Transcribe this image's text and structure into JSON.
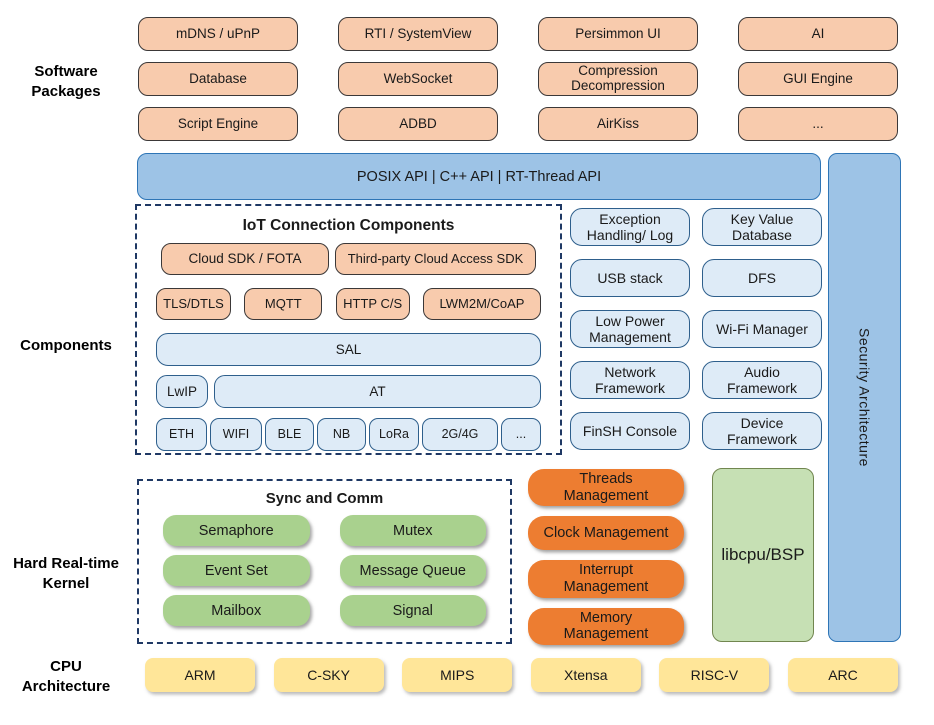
{
  "labels": {
    "software_packages": "Software Packages",
    "components": "Components",
    "kernel": "Hard Real-time Kernel",
    "cpu": "CPU Architecture"
  },
  "packages": {
    "items": [
      "mDNS / uPnP",
      "RTI / SystemView",
      "Persimmon UI",
      "AI",
      "Database",
      "WebSocket",
      "Compression Decompression",
      "GUI Engine",
      "Script Engine",
      "ADBD",
      "AirKiss",
      "..."
    ]
  },
  "api_bar": {
    "label": "POSIX API  |  C++ API  |  RT-Thread API"
  },
  "security_bar": {
    "label": "Security Architecture"
  },
  "iot": {
    "title": "IoT Connection Components",
    "cloud_sdk": "Cloud SDK / FOTA",
    "third_party": "Third-party Cloud Access SDK",
    "protocols": [
      "TLS/DTLS",
      "MQTT",
      "HTTP C/S",
      "LWM2M/CoAP"
    ],
    "sal": "SAL",
    "lwip": "LwIP",
    "at": "AT",
    "links": [
      "ETH",
      "WIFI",
      "BLE",
      "NB",
      "LoRa",
      "2G/4G",
      "..."
    ]
  },
  "components": {
    "items": [
      "Exception Handling/ Log",
      "Key Value Database",
      "USB stack",
      "DFS",
      "Low Power Management",
      "Wi-Fi Manager",
      "Network Framework",
      "Audio Framework",
      "FinSH Console",
      "Device Framework"
    ]
  },
  "kernel": {
    "sync_title": "Sync and Comm",
    "sync_items": [
      "Semaphore",
      "Mutex",
      "Event Set",
      "Message Queue",
      "Mailbox",
      "Signal"
    ],
    "mgmt_items": [
      "Threads Management",
      "Clock Management",
      "Interrupt Management",
      "Memory Management"
    ],
    "libcpu": "libcpu/BSP"
  },
  "cpu": {
    "items": [
      "ARM",
      "C-SKY",
      "MIPS",
      "Xtensa",
      "RISC-V",
      "ARC"
    ]
  },
  "colors": {
    "package_fill": "#F8CBAD",
    "package_border": "#3B3838",
    "api_fill": "#9DC3E6",
    "api_border": "#2E75B6",
    "component_fill": "#DEEBF7",
    "component_border": "#2E5F8C",
    "dashed_border": "#1F3864",
    "sync_fill": "#A9D18E",
    "mgmt_fill": "#ED7D31",
    "libcpu_fill": "#C6E0B4",
    "cpu_fill": "#FFE699"
  }
}
